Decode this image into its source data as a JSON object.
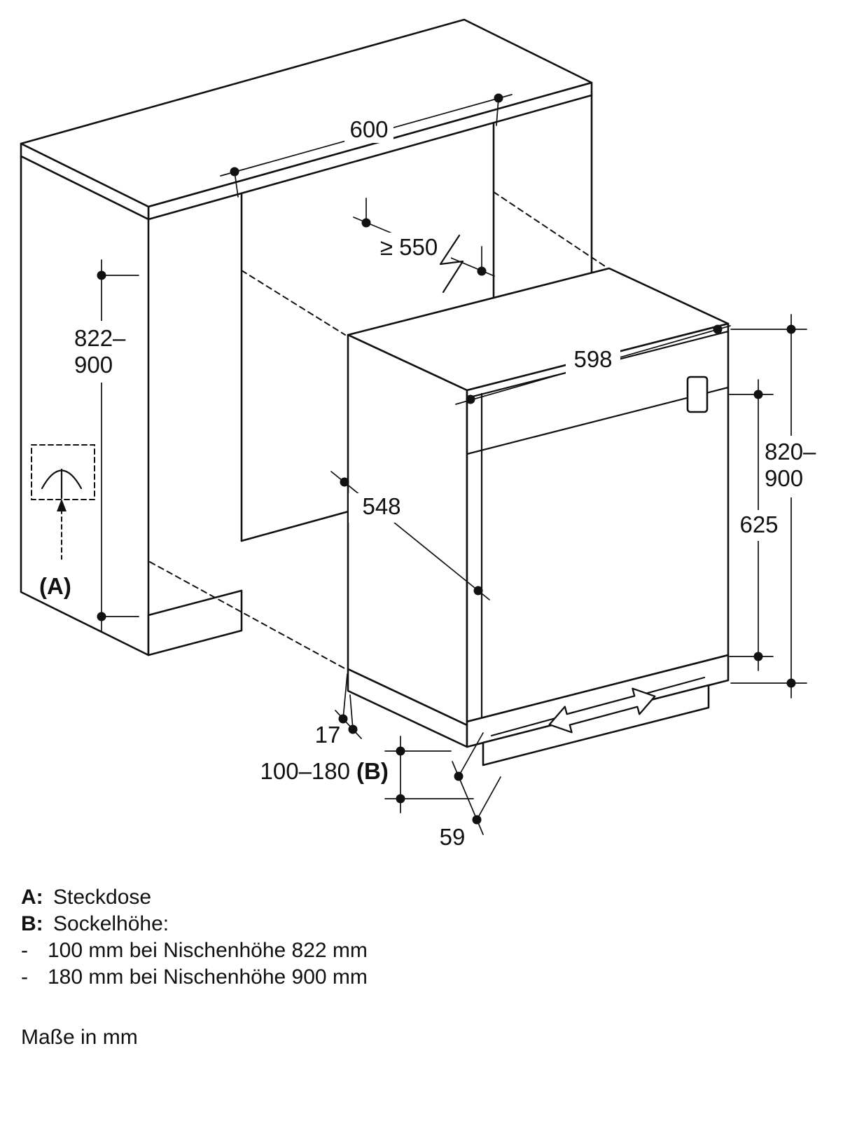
{
  "diagram": {
    "dims": {
      "niche_width": "600",
      "niche_depth": "≥ 550",
      "niche_height_a": "822–",
      "niche_height_b": "900",
      "appliance_width": "598",
      "overall_height_a": "820–",
      "overall_height_b": "900",
      "door_height": "625",
      "appliance_depth": "548",
      "gap": "17",
      "plinth_range": "100–180",
      "plinth_key": "(B)",
      "recess": "59",
      "socket_key": "(A)"
    },
    "legend": {
      "a_key": "A:",
      "a_text": "Steckdose",
      "b_key": "B:",
      "b_text": "Sockelhöhe:",
      "bullet": "-",
      "item1": "100 mm bei Nischenhöhe 822 mm",
      "item2": "180 mm bei Nischenhöhe 900 mm"
    },
    "units_note": "Maße in mm"
  }
}
